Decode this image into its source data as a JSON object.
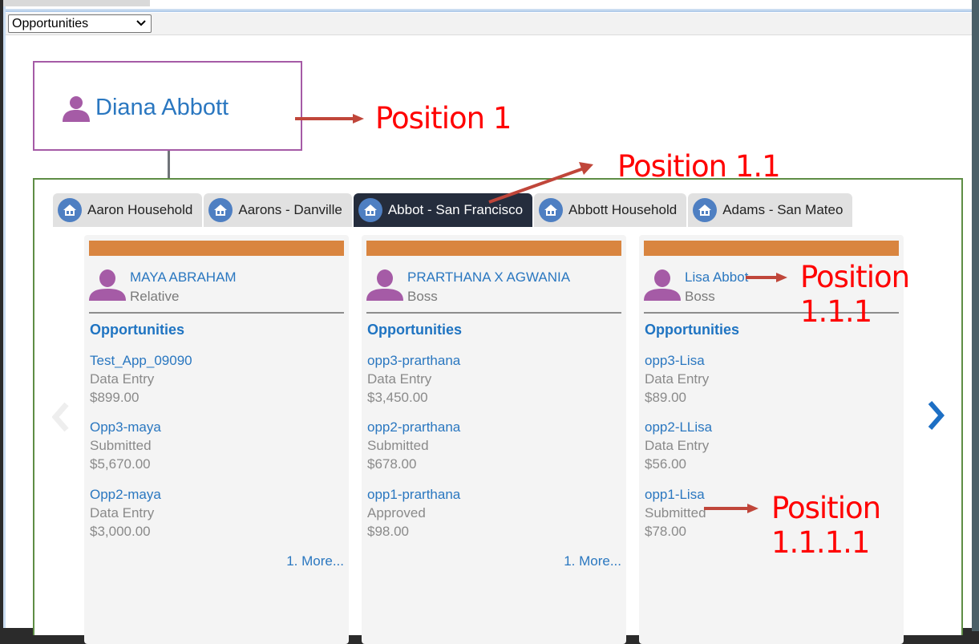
{
  "toolbar": {
    "view_select": {
      "selected": "Opportunities"
    }
  },
  "root": {
    "name": "Diana Abbott",
    "icon": "person-icon"
  },
  "tabs": [
    {
      "label": "Aaron Household",
      "icon": "household-icon",
      "active": false
    },
    {
      "label": "Aarons - Danville",
      "icon": "household-icon",
      "active": false
    },
    {
      "label": "Abbot - San Francisco",
      "icon": "household-icon",
      "active": true
    },
    {
      "label": "Abbott Household",
      "icon": "household-icon",
      "active": false
    },
    {
      "label": "Adams - San Mateo",
      "icon": "household-icon",
      "active": false
    }
  ],
  "cards": [
    {
      "name": "MAYA ABRAHAM",
      "role": "Relative",
      "section_title": "Opportunities",
      "opportunities": [
        {
          "name": "Test_App_09090",
          "status": "Data Entry",
          "amount": "$899.00"
        },
        {
          "name": "Opp3-maya",
          "status": "Submitted",
          "amount": "$5,670.00"
        },
        {
          "name": "Opp2-maya",
          "status": "Data Entry",
          "amount": "$3,000.00"
        }
      ],
      "more_label": "1. More..."
    },
    {
      "name": "PRARTHANA X AGWANIA",
      "role": "Boss",
      "section_title": "Opportunities",
      "opportunities": [
        {
          "name": "opp3-prarthana",
          "status": "Data Entry",
          "amount": "$3,450.00"
        },
        {
          "name": "opp2-prarthana",
          "status": "Submitted",
          "amount": "$678.00"
        },
        {
          "name": "opp1-prarthana",
          "status": "Approved",
          "amount": "$98.00"
        }
      ],
      "more_label": "1. More..."
    },
    {
      "name": "Lisa Abbot",
      "role": "Boss",
      "section_title": "Opportunities",
      "opportunities": [
        {
          "name": "opp3-Lisa",
          "status": "Data Entry",
          "amount": "$89.00"
        },
        {
          "name": "opp2-LLisa",
          "status": "Data Entry",
          "amount": "$56.00"
        },
        {
          "name": "opp1-Lisa",
          "status": "Submitted",
          "amount": "$78.00"
        }
      ]
    }
  ],
  "nav": {
    "prev_icon": "chevron-left-icon",
    "next_icon": "chevron-right-icon"
  },
  "annotations": {
    "pos1": "Position 1",
    "pos11": "Position 1.1",
    "pos111": "Position 1.1.1",
    "pos1111": "Position 1.1.1.1"
  },
  "colors": {
    "link_blue": "#2a77c0",
    "card_bar_orange": "#d98540",
    "person_purple": "#a55ba6",
    "active_tab": "#252d3d",
    "group_border_green": "#5e8d45",
    "annotation_red": "#ff0000",
    "arrow_red": "#c0463a"
  }
}
